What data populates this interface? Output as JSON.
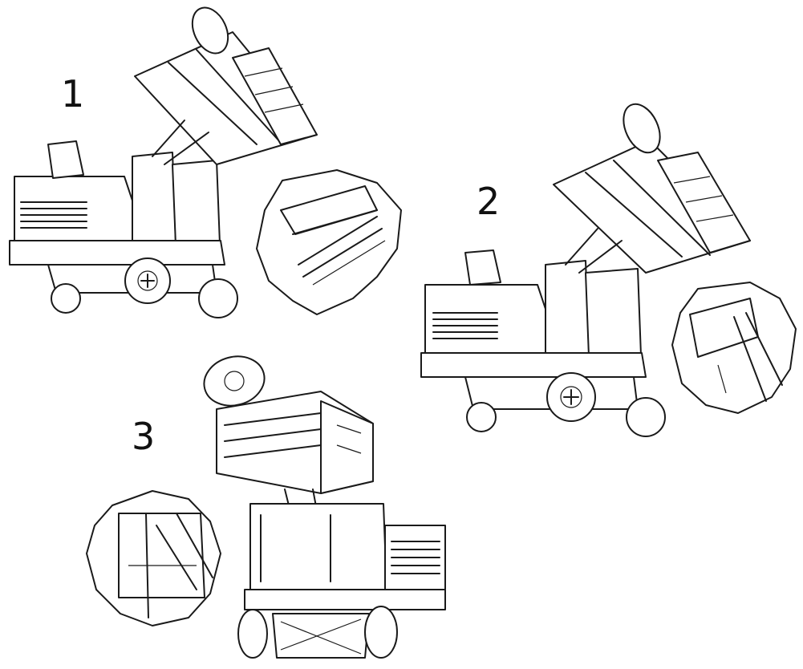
{
  "steps": [
    {
      "label": "1"
    },
    {
      "label": "2"
    },
    {
      "label": "3"
    }
  ],
  "colors": {
    "line": "#1a1a1a",
    "background": "#ffffff"
  }
}
